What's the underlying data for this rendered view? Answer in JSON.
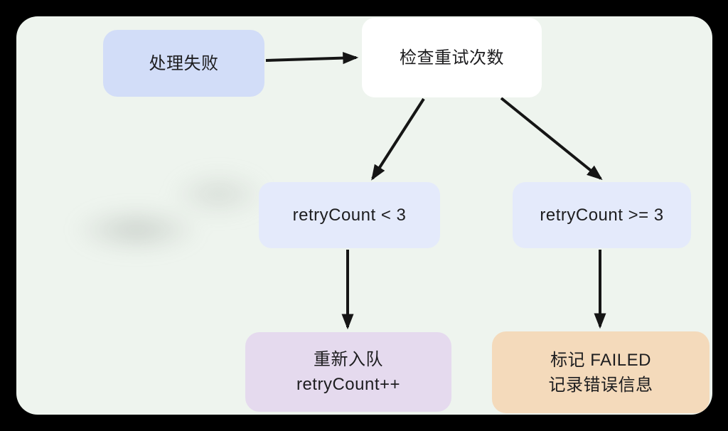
{
  "colors": {
    "page_bg": "#000000",
    "panel_bg": "#eef4ee",
    "arrow": "#151515",
    "text": "#1d1d1f",
    "node_fail_bg": "#d2ddf8",
    "node_check_bg": "#ffffff",
    "node_condition_bg": "#e4eafb",
    "node_requeue_bg": "#e5daee",
    "node_failed_bg": "#f4dabb"
  },
  "nodes": {
    "fail": {
      "label": "处理失败",
      "bg": "#d2ddf8"
    },
    "check": {
      "label": "检查重试次数",
      "bg": "#ffffff"
    },
    "lt3": {
      "label": "retryCount < 3",
      "bg": "#e4eavb"
    },
    "gte3": {
      "label": "retryCount >= 3",
      "bg": "#e4eafb"
    },
    "requeue": {
      "line1": "重新入队",
      "line2": "retryCount++",
      "bg": "#e5daee"
    },
    "failed": {
      "line1": "标记 FAILED",
      "line2": "记录错误信息",
      "bg": "#f4dabb"
    }
  },
  "edges": [
    {
      "from": "处理失败",
      "to": "检查重试次数"
    },
    {
      "from": "检查重试次数",
      "to": "retryCount < 3"
    },
    {
      "from": "检查重试次数",
      "to": "retryCount >= 3"
    },
    {
      "from": "retryCount < 3",
      "to": "重新入队 retryCount++"
    },
    {
      "from": "retryCount >= 3",
      "to": "标记 FAILED 记录错误信息"
    }
  ]
}
